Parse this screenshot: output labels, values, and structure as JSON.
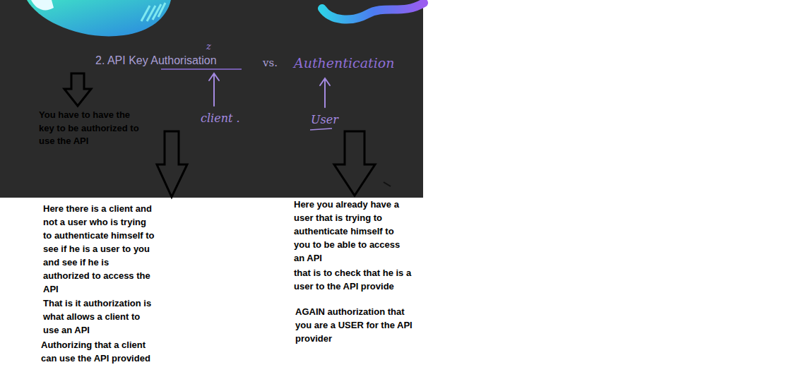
{
  "diagram": {
    "labels": [
      "2. API Key Authorisation",
      "z",
      "vs.",
      "Authentication",
      "client .",
      "User",
      "You have to have the key to be authorized to use the API",
      "Here there is a client and not a user who is trying to authenticate himself to see if he is a user to you and see if he is authorized to access the API",
      "That is it authorization is what allows a client to use an API",
      "Authorizing that a client can use the API provided",
      "Here you already have a user that is trying to authenticate himself to you to be able to access an API",
      "that is to check that he is a user to the API provide",
      "AGAIN authorization that you are a USER for the API provider"
    ]
  }
}
